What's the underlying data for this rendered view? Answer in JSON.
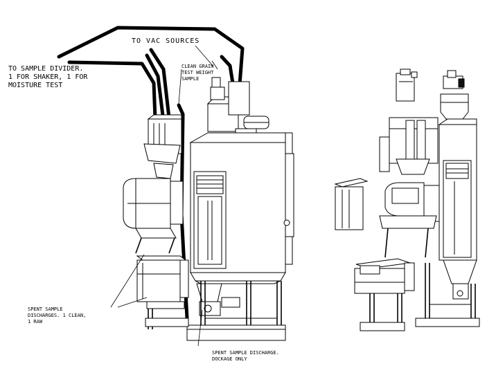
{
  "labels": {
    "vac_sources": "TO VAC SOURCES",
    "sample_divider_line1": "TO SAMPLE DIVIDER.",
    "sample_divider_line2": "1 FOR SHAKER, 1 FOR",
    "sample_divider_line3": "MOISTURE TEST",
    "clean_grain_line1": "CLEAN GRAIN",
    "clean_grain_line2": "TEST WEIGHT",
    "clean_grain_line3": "SAMPLE",
    "spent_discharges_line1": "SPENT SAMPLE",
    "spent_discharges_line2": "DISCHARGES. 1 CLEAN,",
    "spent_discharges_line3": "1 RAW",
    "spent_dockage_line1": "SPENT SAMPLE DISCHARGE.",
    "spent_dockage_line2": "DOCKAGE ONLY"
  },
  "colors": {
    "line": "#000000",
    "background": "#ffffff"
  }
}
